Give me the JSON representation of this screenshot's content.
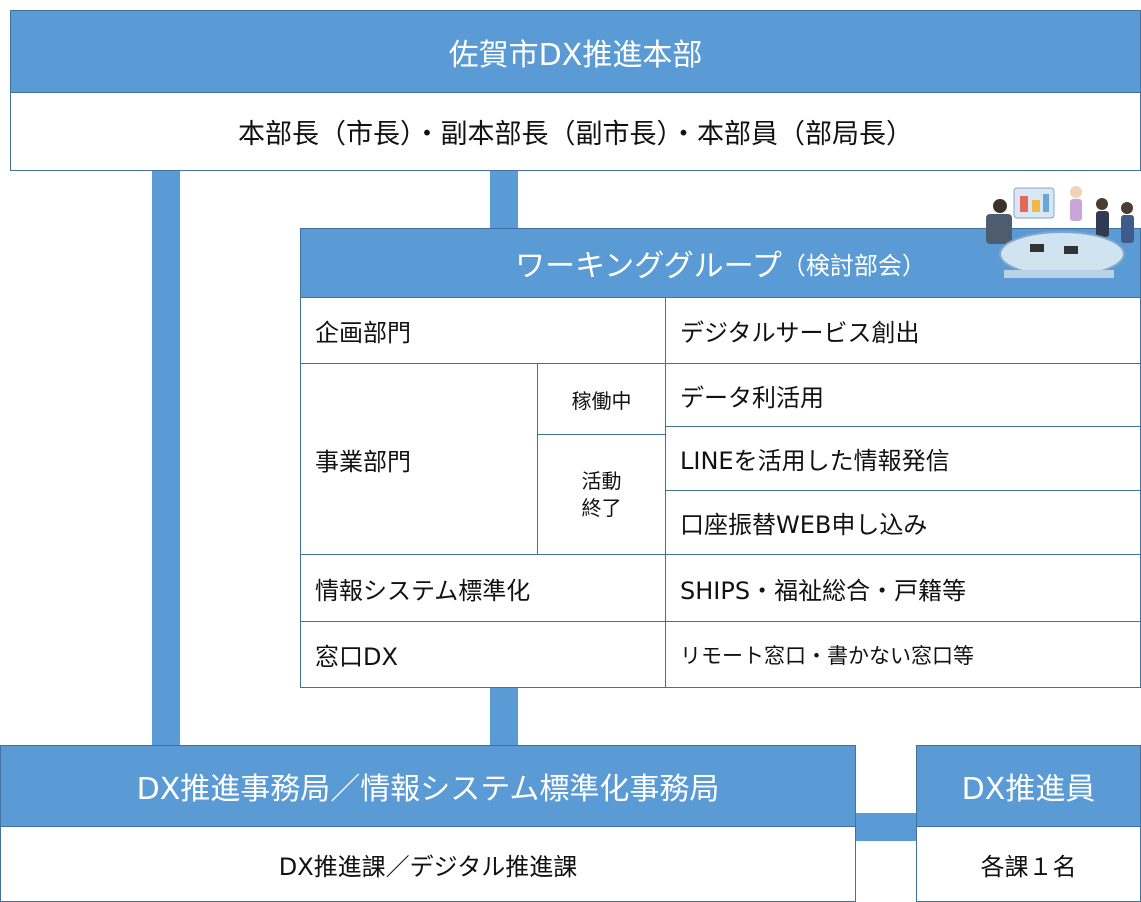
{
  "headquarters": {
    "title": "佐賀市DX推進本部",
    "members": "本部長（市長）・副本部長（副市長）・本部員（部局長）"
  },
  "working_group": {
    "title": "ワーキンググループ",
    "title_sub": "（検討部会）",
    "illustration": "meeting-illustration",
    "rows": {
      "planning": {
        "dept": "企画部門",
        "topic": "デジタルサービス創出"
      },
      "business": {
        "dept": "事業部門",
        "status_active": "稼働中",
        "status_ended_line1": "活動",
        "status_ended_line2": "終了",
        "topic_active": "データ利活用",
        "topic_line": "LINEを活用した情報発信",
        "topic_web": "口座振替WEB申し込み"
      },
      "standardization": {
        "dept": "情報システム標準化",
        "topic": "SHIPS・福祉総合・戸籍等"
      },
      "window": {
        "dept": "窓口DX",
        "topic": "リモート窓口・書かない窓口等"
      }
    }
  },
  "secretariat": {
    "title": "DX推進事務局／情報システム標準化事務局",
    "body": "DX推進課／デジタル推進課"
  },
  "promoters": {
    "title": "DX推進員",
    "body": "各課１名"
  },
  "colors": {
    "accent": "#5b9bd5",
    "border": "#41719c"
  }
}
